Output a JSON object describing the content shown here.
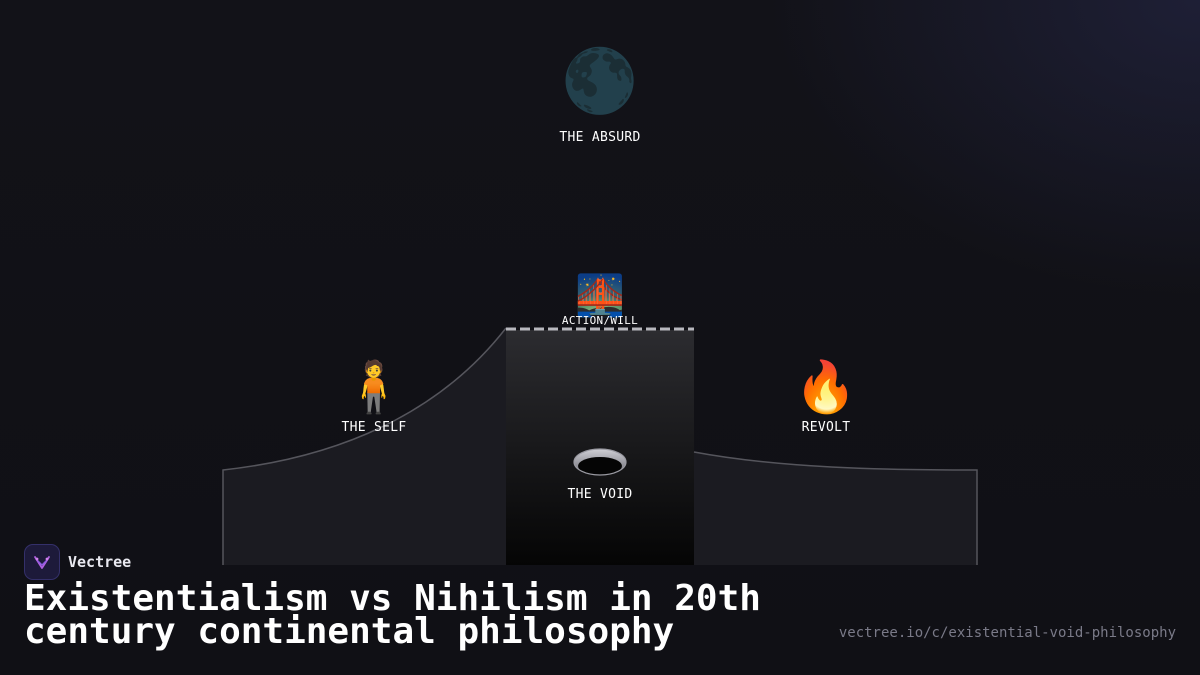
{
  "diagram": {
    "nodes": {
      "absurd": {
        "label": "THE ABSURD",
        "icon": "moon-icon",
        "glyph": "🌑"
      },
      "action": {
        "label": "ACTION/WILL",
        "icon": "bridge-icon",
        "glyph": "🌉"
      },
      "self": {
        "label": "THE SELF",
        "icon": "person-icon",
        "glyph": "🧍"
      },
      "revolt": {
        "label": "REVOLT",
        "icon": "fire-icon",
        "glyph": "🔥"
      },
      "void": {
        "label": "THE VOID",
        "icon": "hole-icon"
      }
    }
  },
  "brand": {
    "name": "Vectree",
    "icon": "vectree-logo-icon"
  },
  "title": "Existentialism vs Nihilism in 20th century continental philosophy",
  "url": "vectree.io/c/existential-void-philosophy",
  "colors": {
    "background": "#121218",
    "terrain": "#1c1c22",
    "terrain_edge": "#55555c",
    "pit_top": "#2c2c30",
    "pit_bottom": "#050505",
    "bridge_dash": "#b8b8be",
    "brand_accent": "#b060e0"
  }
}
